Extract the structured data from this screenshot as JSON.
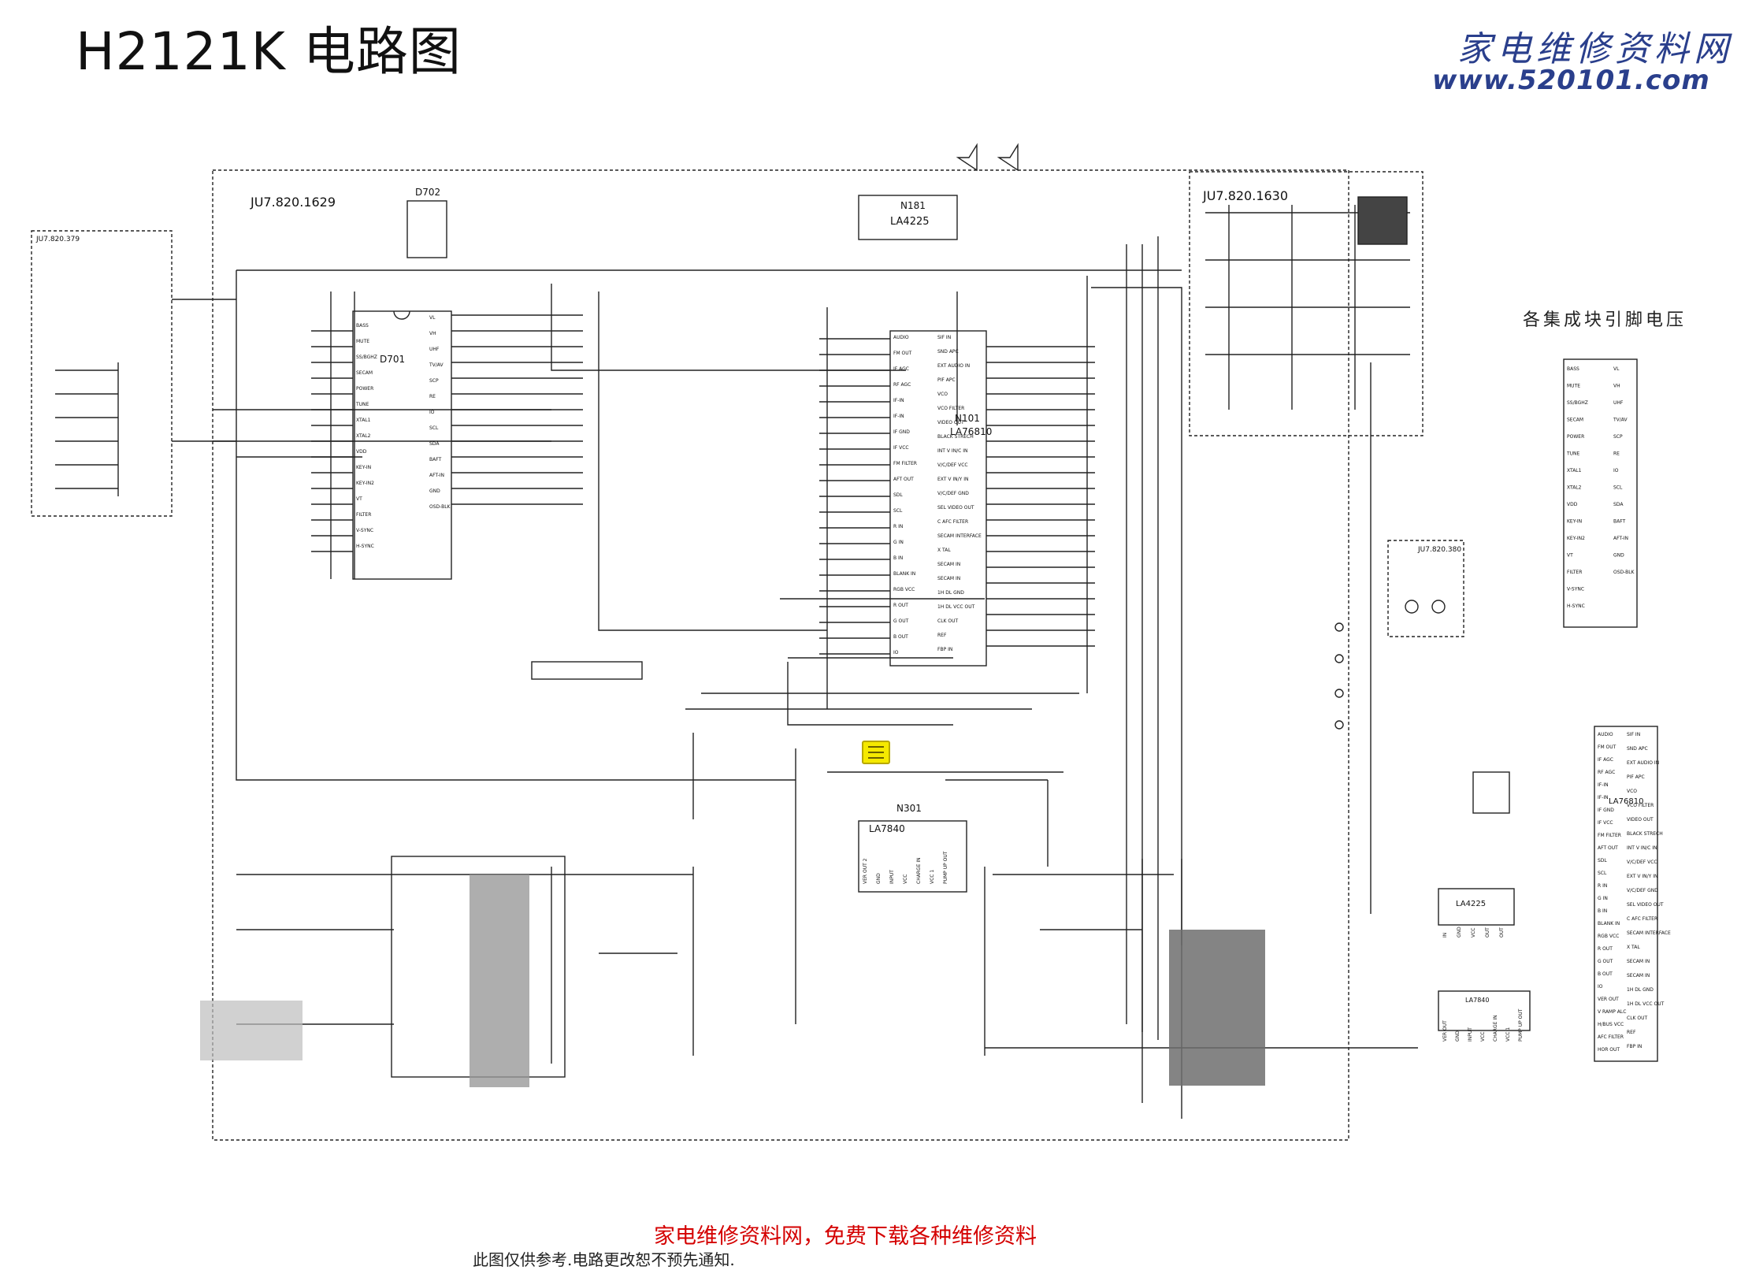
{
  "title": "H2121K 电路图",
  "watermark": {
    "name": "家电维修资料网",
    "url": "www.520101.com"
  },
  "footer": {
    "promo": "家电维修资料网，免费下载各种维修资料",
    "disclaimer": "此图仅供参考.电路更改恕不预先通知."
  },
  "board_labels": {
    "main": "JU7.820.1629",
    "crt": "JU7.820.1630",
    "key": "JU7.820.379",
    "av": "JU7.820.380"
  },
  "ic_labels": {
    "d701": "D701",
    "d702": "D702",
    "n101": "N101",
    "n101_part": "LA76810",
    "n181": "N181",
    "n181_part": "LA4225",
    "n301": "N301",
    "n301_part": "LA7840"
  },
  "pin_voltage_title": "各集成块引脚电压",
  "d701_pins_left": [
    "BASS",
    "MUTE",
    "SS/BGHZ",
    "SECAM",
    "POWER",
    "TUNE",
    "XTAL1",
    "XTAL2",
    "VDD",
    "KEY-IN",
    "KEY-IN2",
    "VT",
    "FILTER",
    "V-SYNC",
    "H-SYNC"
  ],
  "d701_pins_right": [
    "VL",
    "VH",
    "UHF",
    "TV/AV",
    "SCP",
    "RE",
    "IO",
    "SCL",
    "SDA",
    "BAFT",
    "AFT-IN",
    "GND",
    "OSD-BLK"
  ],
  "n101_pins_left": [
    "AUDIO",
    "FM OUT",
    "IF AGC",
    "RF AGC",
    "IF-IN",
    "IF-IN",
    "IF GND",
    "IF VCC",
    "FM FILTER",
    "AFT OUT",
    "SDL",
    "SCL",
    "R IN",
    "G IN",
    "B IN",
    "BLANK IN",
    "RGB VCC",
    "R OUT",
    "G OUT",
    "B OUT",
    "IO",
    "VER OUT",
    "V RAMP ALC",
    "H/BUS VCC",
    "AFC FILTER",
    "HOR OUT"
  ],
  "n101_pins_right": [
    "SIF IN",
    "SND APC",
    "EXT AUDIO IN",
    "PIF APC",
    "VCO",
    "VCO FILTER",
    "VIDEO OUT",
    "BLACK STRECH",
    "INT V IN/C IN",
    "V/C/DEF VCC",
    "EXT V IN/Y IN",
    "V/C/DEF GND",
    "SEL VIDEO OUT",
    "C AFC FILTER",
    "SECAM INTERFACE",
    "X TAL",
    "SECAM IN",
    "SECAM IN",
    "1H DL GND",
    "1H DL VCC OUT",
    "CLK OUT",
    "REF",
    "FBP IN"
  ],
  "n181_pins": [
    "IN",
    "GND",
    "VCC",
    "OUT",
    "OUT"
  ],
  "n301_pins": [
    "VER OUT 2",
    "GND",
    "INPUT",
    "VCC",
    "CHARGE IN",
    "VCC 1",
    "PUMP UP OUT"
  ],
  "n301_pins_long": [
    "VER OUT",
    "GND",
    "INPUT",
    "VCC",
    "CHARGE IN",
    "VCC 1",
    "PUMP UP OUT"
  ]
}
